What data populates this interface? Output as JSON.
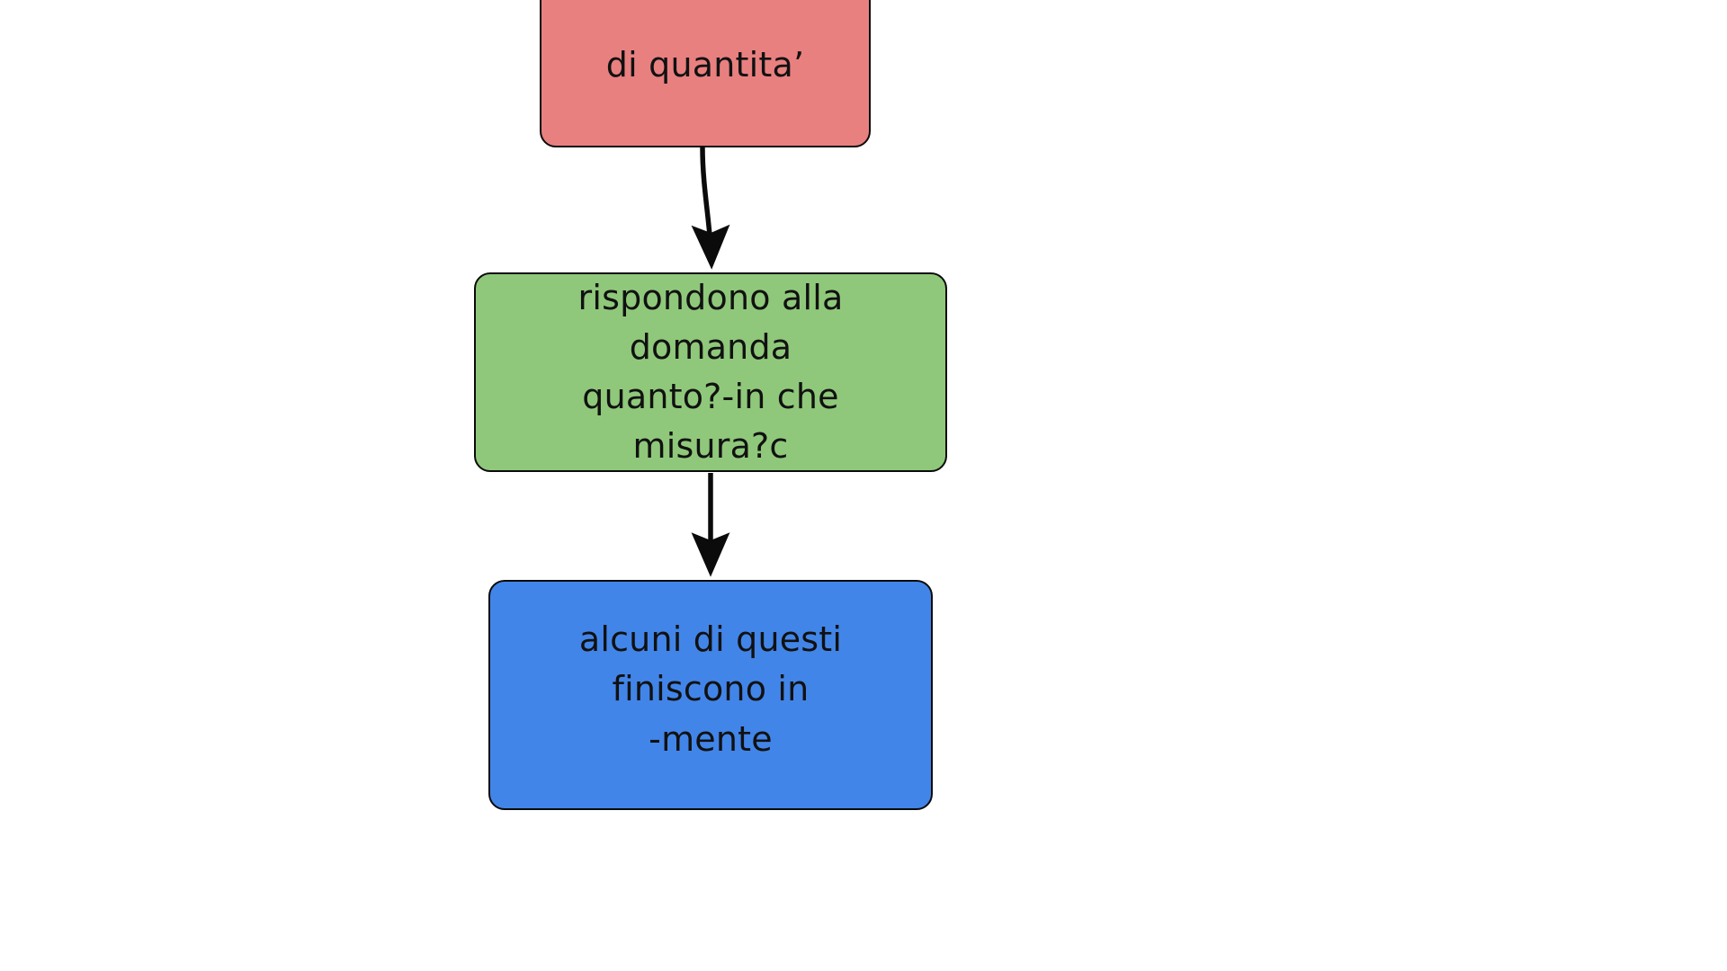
{
  "diagram": {
    "type": "flowchart",
    "direction": "top-to-bottom",
    "background_color": "#ffffff",
    "nodes": [
      {
        "id": "a",
        "label": "di quantita’",
        "shape": "rounded-rectangle",
        "fill_color": "#E98080",
        "stroke_color": "#0b0b0b",
        "text_color": "#111111"
      },
      {
        "id": "b",
        "label": "rispondono alla\ndomanda\nquanto?-in che\nmisura?c",
        "shape": "rounded-rectangle",
        "fill_color": "#8FC87A",
        "stroke_color": "#0b0b0b",
        "text_color": "#111111"
      },
      {
        "id": "c",
        "label": "alcuni di questi\nfiniscono in\n-mente",
        "shape": "rounded-rectangle",
        "fill_color": "#4285E8",
        "stroke_color": "#0b0b0b",
        "text_color": "#111111"
      }
    ],
    "edges": [
      {
        "id": "a-b",
        "from": "a",
        "to": "b",
        "label": "",
        "arrowhead": "filled-triangle",
        "style": "solid"
      },
      {
        "id": "b-c",
        "from": "b",
        "to": "c",
        "label": "",
        "arrowhead": "filled-triangle",
        "style": "solid"
      }
    ]
  }
}
